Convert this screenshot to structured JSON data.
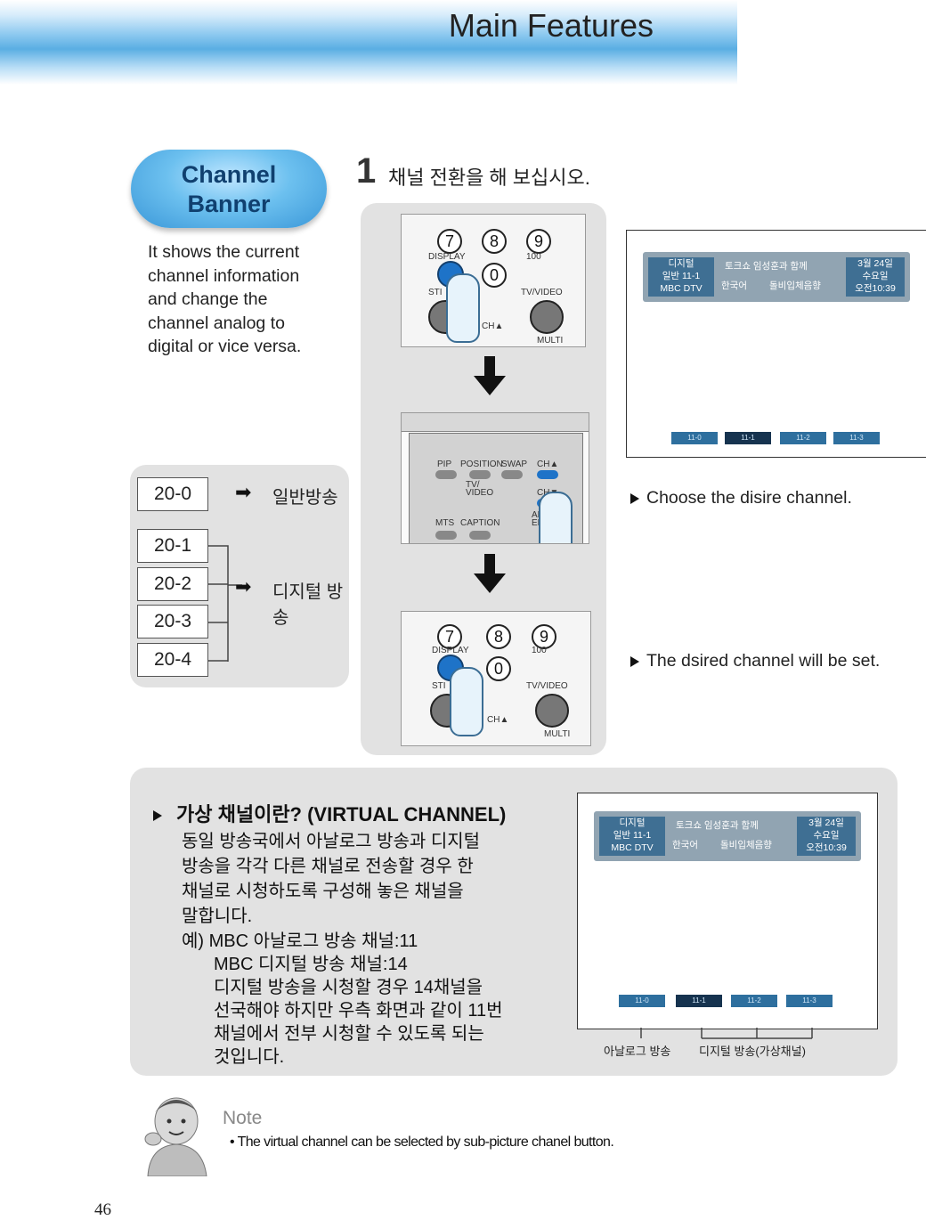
{
  "header": {
    "title": "Main Features"
  },
  "badge": {
    "line1": "Channel",
    "line2": "Banner"
  },
  "description": "It shows the current channel information and change the channel analog to digital or vice versa.",
  "step": {
    "number": "1",
    "text": "채널 전환을 해 보십시오."
  },
  "channel_diagram": {
    "analog_channel": "20-0",
    "analog_label": "일반방송",
    "digital_channels": [
      "20-1",
      "20-2",
      "20-3",
      "20-4"
    ],
    "digital_label": "디지털 방송"
  },
  "remote_top": {
    "keys": [
      "7",
      "8",
      "9",
      "0"
    ],
    "display_label": "DISPLAY",
    "hundred_label": "100",
    "still_label": "STI",
    "tvvideo_label": "TV/VIDEO",
    "ch_label": "CH▲",
    "multi_label": "MULTI"
  },
  "remote_mid": {
    "pip": "PIP",
    "position": "POSITION",
    "swap": "SWAP",
    "chup": "CH▲",
    "tvvideo": "TV/ VIDEO",
    "chdown": "CH▼",
    "mts": "MTS",
    "caption": "CAPTION",
    "add_erase": "ADD/ ERASE"
  },
  "remote_bottom": {
    "display_label": "DISPLAY",
    "hundred_label": "100",
    "still_label": "STI",
    "tvvideo_label": "TV/VIDEO",
    "ch_label": "CH▲",
    "multi_label": "MULTI"
  },
  "screen_banner": {
    "left_lines": [
      "디지털",
      "일반 11-1",
      "MBC DTV"
    ],
    "mid_top": "토크쇼 임성훈과 함께",
    "mid_bottom_left": "한국어",
    "mid_bottom_right": "돌비입체음향",
    "right_lines": [
      "3월 24일",
      "수요일",
      "오전10:39"
    ],
    "chips": [
      "11-0",
      "11-1",
      "11-2",
      "11-3"
    ]
  },
  "instructions": [
    "Choose the disire channel.",
    "The dsired channel will be set."
  ],
  "virtual": {
    "heading": "가상 채널이란? (VIRTUAL CHANNEL)",
    "lines": [
      "동일 방송국에서 아날로그 방송과 디지털",
      "방송을 각각 다른 채널로 전송할 경우 한",
      "채널로 시청하도록 구성해 놓은 채널을",
      "말합니다.",
      "예) MBC 아날로그 방송 채널:11",
      "MBC 디지털 방송 채널:14",
      "디지털 방송을 시청할 경우 14채널을",
      "선국해야 하지만 우측 화면과 같이 11번",
      "채널에서 전부 시청할 수 있도록 되는",
      "것입니다."
    ],
    "label_analog": "아날로그 방송",
    "label_digital": "디지털 방송(가상채널)"
  },
  "note": {
    "title": "Note",
    "text": "The virtual channel can be selected by sub-picture chanel button."
  },
  "page_number": "46"
}
